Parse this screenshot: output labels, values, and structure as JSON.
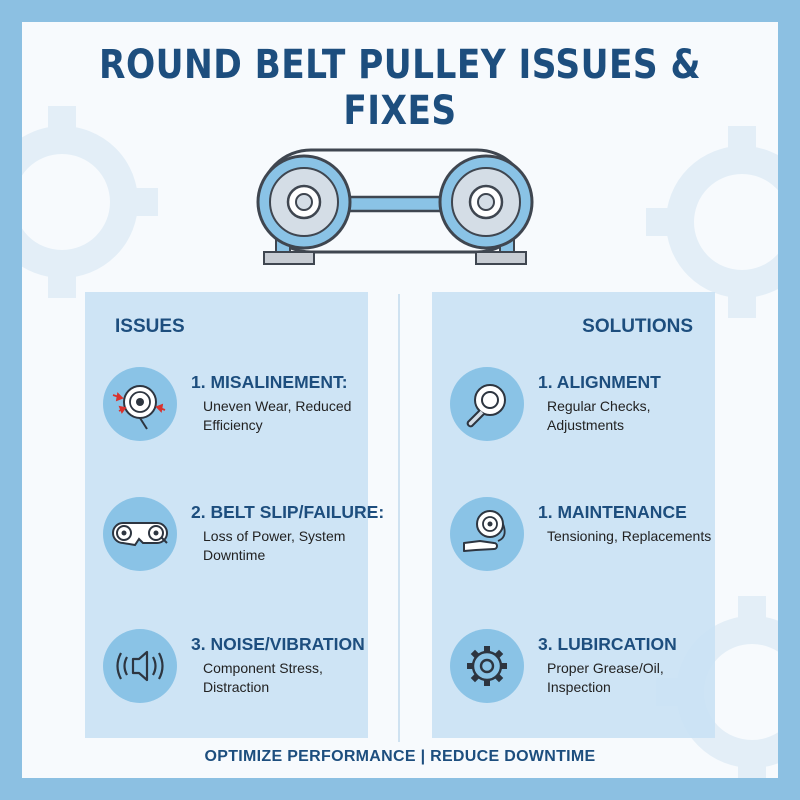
{
  "title": "ROUND BELT PULLEY ISSUES & FIXES",
  "colors": {
    "frame": "#8cc0e2",
    "accent": "#1d4e7e",
    "panel": "#cae2f4",
    "icon_bg": "#8ac3e6"
  },
  "issues": {
    "heading": "ISSUES",
    "items": [
      {
        "title": "1. MISALINEMENT:",
        "desc": "Uneven Wear, Reduced Efficiency",
        "icon": "misaligned-pulley-icon"
      },
      {
        "title": "2. BELT SLIP/FAILURE:",
        "desc": "Loss of Power, System Downtime",
        "icon": "broken-belt-icon"
      },
      {
        "title": "3. NOISE/VIBRATION",
        "desc": "Component Stress, Distraction",
        "icon": "speaker-vibration-icon"
      }
    ]
  },
  "solutions": {
    "heading": "SOLUTIONS",
    "items": [
      {
        "title": "1. ALIGNMENT",
        "desc": "Regular Checks, Adjustments",
        "icon": "wrench-icon"
      },
      {
        "title": "1. MAINTENANCE",
        "desc": "Tensioning, Replacements",
        "icon": "hand-pulley-icon"
      },
      {
        "title": "3. LUBIRCATION",
        "desc": "Proper Grease/Oil, Inspection",
        "icon": "gear-icon"
      }
    ]
  },
  "footer": "OPTIMIZE PERFORMANCE | REDUCE DOWNTIME"
}
